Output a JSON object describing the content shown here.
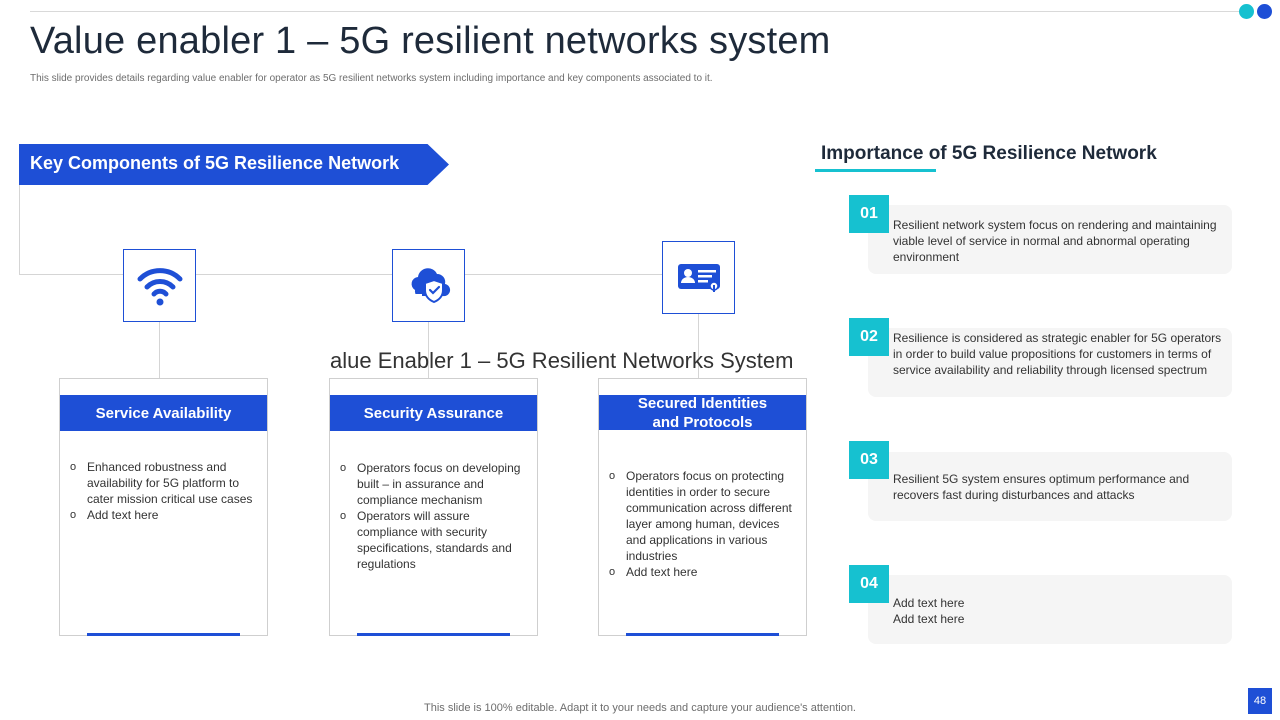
{
  "slide": {
    "title": "Value enabler 1 – 5G resilient networks system",
    "subtitle": "This slide provides details regarding value enabler for operator as 5G resilient networks system including importance and key components associated to it.",
    "overlay_text": "alue Enabler 1 – 5G Resilient Networks System",
    "footer": "This slide is 100% editable. Adapt it to your needs and capture your audience's attention.",
    "page_number": "48"
  },
  "colors": {
    "primary_blue": "#1e4fd6",
    "teal": "#16c1d0",
    "card_bg": "#f5f5f5",
    "title_text": "#1e2a3a"
  },
  "components": {
    "banner_label": "Key Components of 5G Resilience Network",
    "cards": [
      {
        "icon": "wifi-icon",
        "heading": "Service Availability",
        "bullets": [
          "Enhanced robustness and availability for 5G platform to cater mission critical use cases",
          "Add text here"
        ]
      },
      {
        "icon": "cloud-shield-icon",
        "heading": "Security Assurance",
        "bullets": [
          "Operators focus on developing built – in assurance and compliance mechanism",
          "Operators will assure compliance with security specifications, standards and regulations"
        ]
      },
      {
        "icon": "id-card-icon",
        "heading": "Secured Identities and Protocols",
        "bullets": [
          "Operators focus on protecting identities in order to secure communication across different layer among human, devices and applications in various industries",
          "Add text here"
        ]
      }
    ]
  },
  "importance": {
    "title": "Importance of 5G Resilience Network",
    "items": [
      {
        "num": "01",
        "text": "Resilient network system focus on rendering and maintaining viable level of service in normal and abnormal operating environment"
      },
      {
        "num": "02",
        "text": "Resilience is considered as strategic enabler for 5G operators in order to build value propositions for customers in terms of service availability and reliability through licensed spectrum"
      },
      {
        "num": "03",
        "text": "Resilient 5G system ensures optimum performance and recovers fast during disturbances and attacks"
      },
      {
        "num": "04",
        "text": "Add text here\nAdd text here"
      }
    ]
  }
}
